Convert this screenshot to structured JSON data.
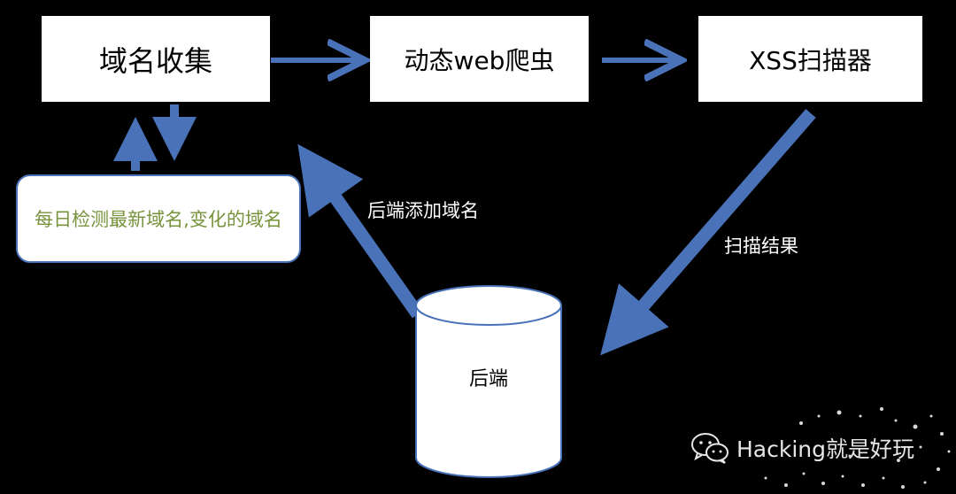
{
  "nodes": {
    "domain_collection": "域名收集",
    "dynamic_crawler": "动态web爬虫",
    "xss_scanner": "XSS扫描器",
    "daily_monitor": "每日检测最新域名,变化的域名",
    "backend": "后端"
  },
  "edges": {
    "backend_add_domain": "后端添加域名",
    "scan_result": "扫描结果"
  },
  "watermark": {
    "text": "Hacking就是好玩",
    "icon": "wechat-icon"
  },
  "colors": {
    "background": "#000000",
    "arrow": "#4a72b8",
    "monitor_text": "#77933c"
  }
}
